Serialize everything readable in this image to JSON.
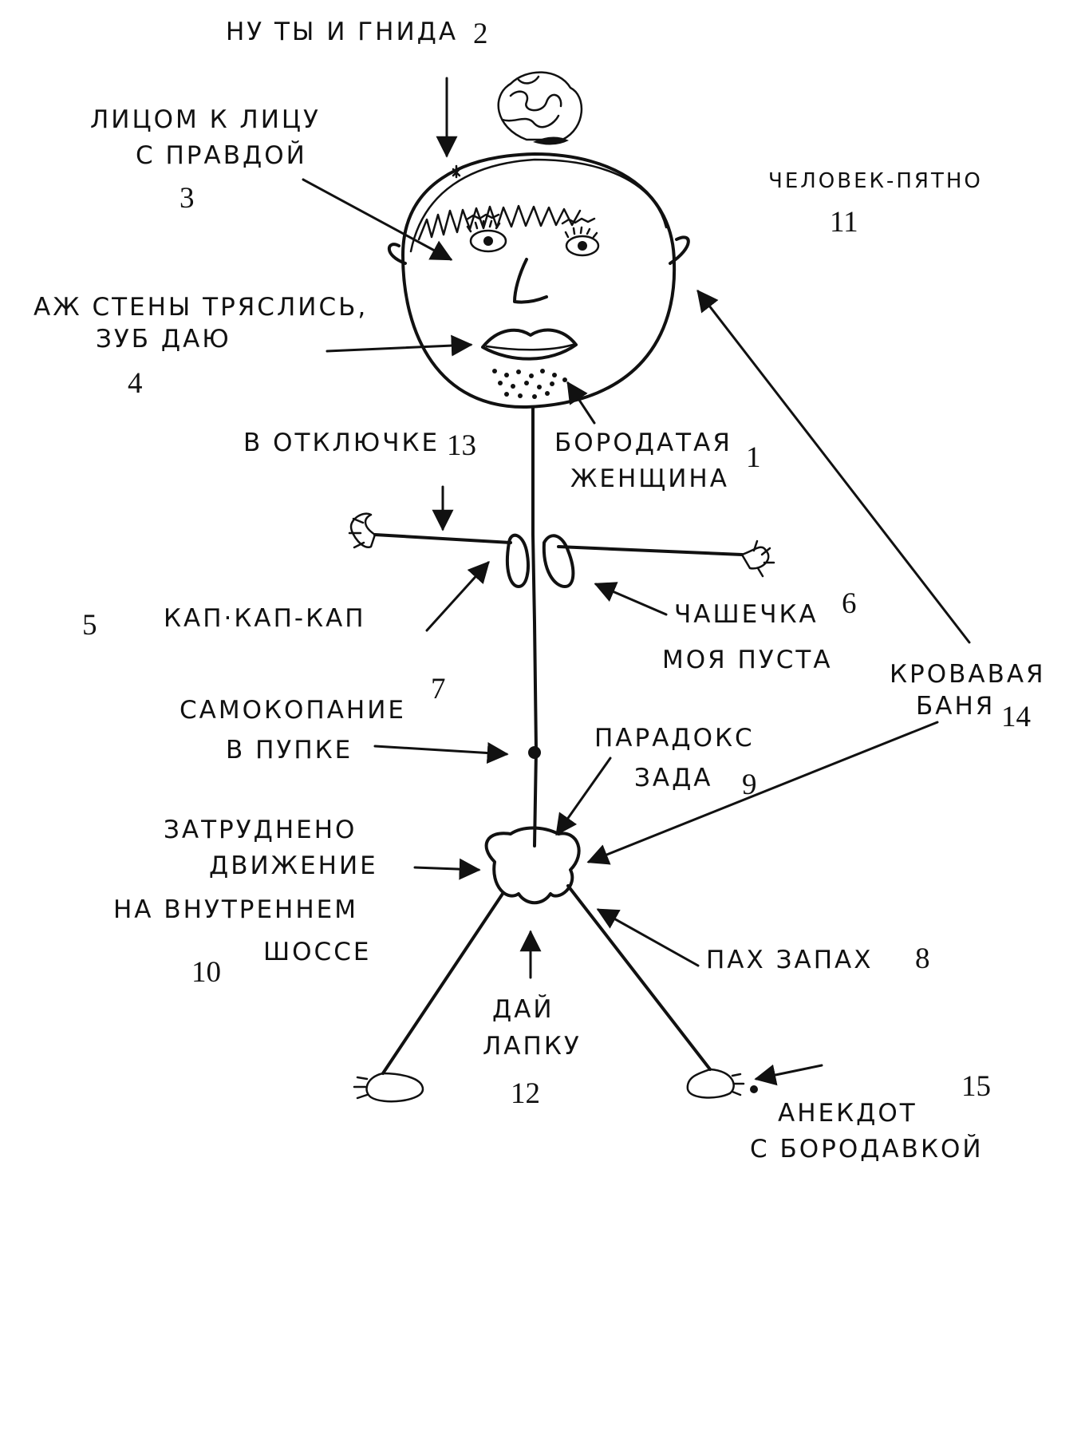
{
  "labels": {
    "l1": {
      "line1": "БОРОДАТАЯ",
      "line2": "ЖЕНЩИНА",
      "num": "1"
    },
    "l2": {
      "text": "НУ ТЫ И ГНИДА",
      "num": "2"
    },
    "l3": {
      "line1": "ЛИЦОМ К ЛИЦУ",
      "line2": "С ПРАВДОЙ",
      "num": "3"
    },
    "l4": {
      "line1": "АЖ СТЕНЫ ТРЯСЛИСЬ,",
      "line2": "ЗУБ ДАЮ",
      "num": "4"
    },
    "l5": {
      "text": "КАП·КАП-КАП",
      "num": "5"
    },
    "l6": {
      "line1": "ЧАШЕЧКА",
      "line2": "МОЯ ПУСТА",
      "num": "6"
    },
    "l7": {
      "line1": "САМОКОПАНИЕ",
      "line2": "В ПУПКЕ",
      "num": "7"
    },
    "l8": {
      "text": "ПАХ ЗАПАХ",
      "num": "8"
    },
    "l9": {
      "line1": "ПАРАДОКС",
      "line2": "ЗАДА",
      "num": "9"
    },
    "l10": {
      "line1": "ЗАТРУДНЕНО",
      "line2": "ДВИЖЕНИЕ",
      "line3": "НА ВНУТРЕННЕМ",
      "line4": "ШОССЕ",
      "num": "10"
    },
    "l11": {
      "text": "ЧЕЛОВЕК-ПЯТНО",
      "num": "11"
    },
    "l12": {
      "line1": "ДАЙ",
      "line2": "ЛАПКУ",
      "num": "12"
    },
    "l13": {
      "text": "В ОТКЛЮЧКЕ",
      "num": "13"
    },
    "l14": {
      "line1": "КРОВАВАЯ",
      "line2": "БАНЯ",
      "num": "14"
    },
    "l15": {
      "line1": "АНЕКДОТ",
      "line2": "С БОРОДАВКОЙ",
      "num": "15"
    }
  },
  "colors": {
    "ink": "#111111",
    "paper": "#ffffff"
  }
}
